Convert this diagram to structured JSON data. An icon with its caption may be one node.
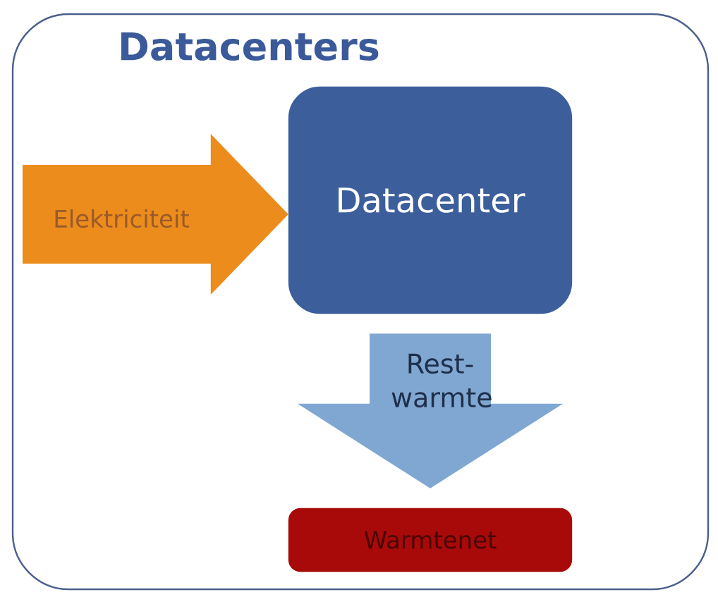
{
  "diagram": {
    "nodes": [
      {
        "text": [
          "Datacenters"
        ]
      },
      {
        "text": [
          "Datacenter"
        ],
        "in": 0
      },
      {
        "text": [
          "Warmtenet"
        ],
        "in": 0
      }
    ],
    "edges": [
      {
        "from": null,
        "to": 1,
        "arrow": "to",
        "label": "Elektriciteit",
        "color": "#ec8c1c"
      },
      {
        "from": 1,
        "to": 2,
        "arrow": "to",
        "label": "Rest- warmte",
        "color": "#7fa7d2"
      }
    ]
  }
}
